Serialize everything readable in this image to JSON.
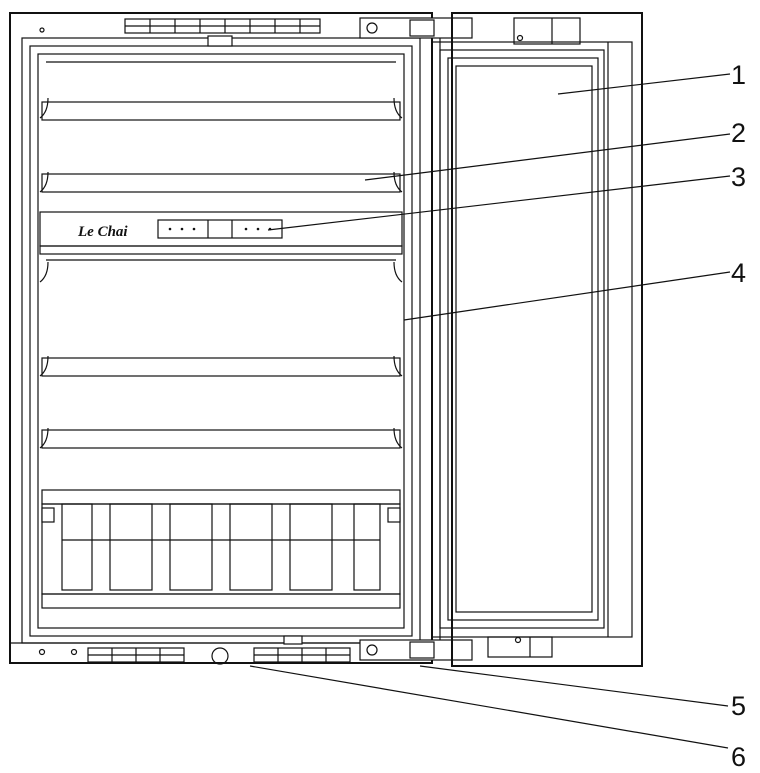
{
  "brand_text": "Le Chai",
  "callouts": [
    {
      "id": "1",
      "label": "1"
    },
    {
      "id": "2",
      "label": "2"
    },
    {
      "id": "3",
      "label": "3"
    },
    {
      "id": "4",
      "label": "4"
    },
    {
      "id": "5",
      "label": "5"
    },
    {
      "id": "6",
      "label": "6"
    }
  ]
}
